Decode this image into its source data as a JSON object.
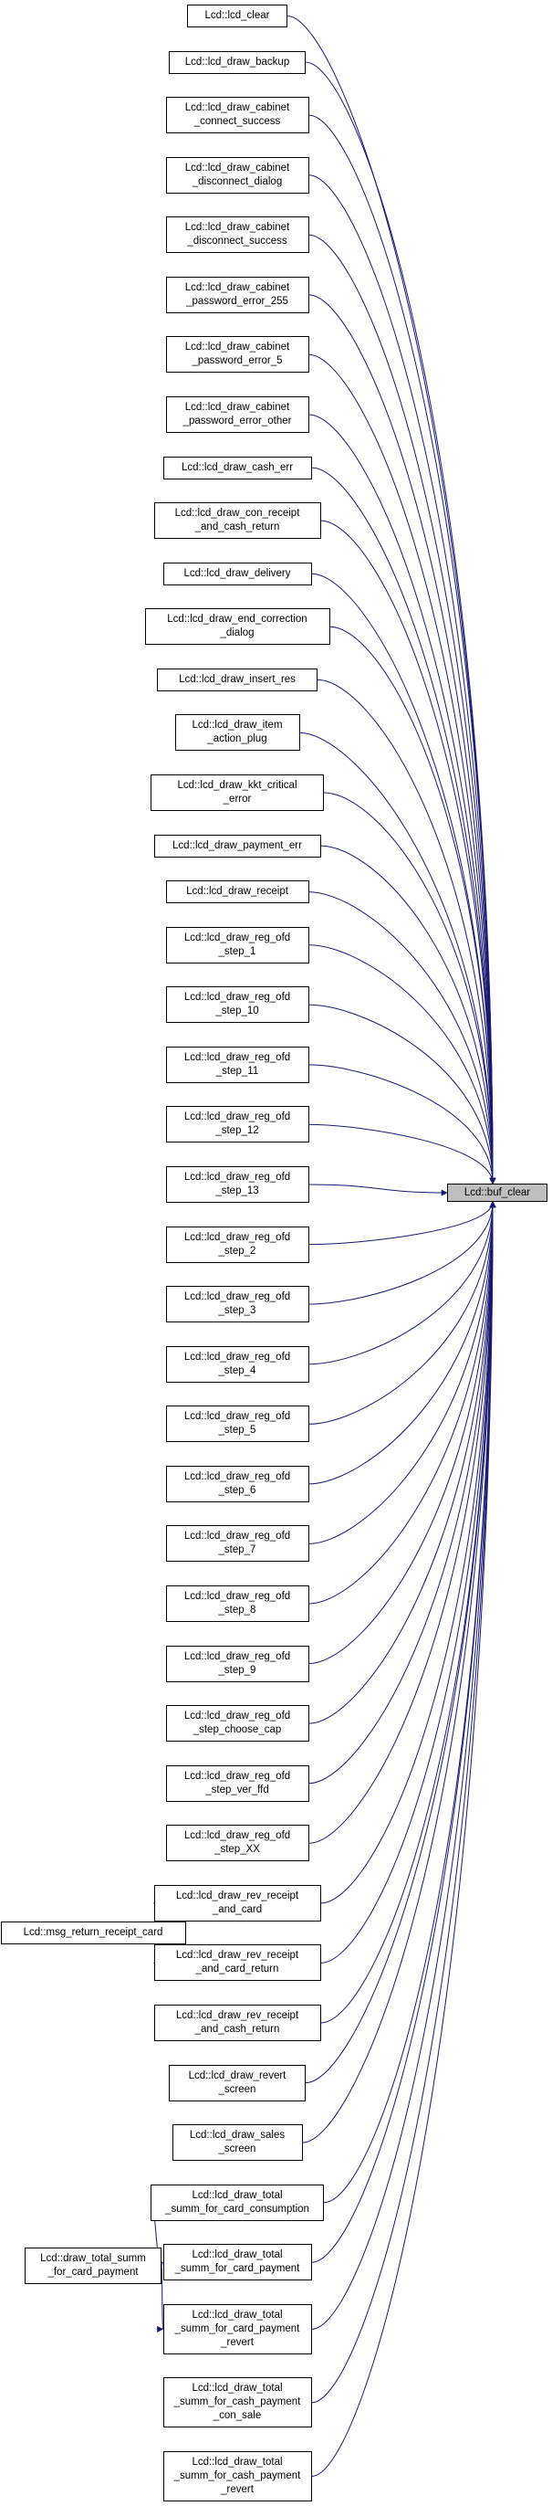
{
  "graph": {
    "target": {
      "id": "buf_clear",
      "lines": [
        "Lcd::buf_clear"
      ]
    },
    "callers": [
      {
        "id": "lcd_clear",
        "lines": [
          "Lcd::lcd_clear"
        ]
      },
      {
        "id": "lcd_draw_backup",
        "lines": [
          "Lcd::lcd_draw_backup"
        ]
      },
      {
        "id": "cabinet_connect_success",
        "lines": [
          "Lcd::lcd_draw_cabinet",
          "_connect_success"
        ]
      },
      {
        "id": "cabinet_disconnect_dialog",
        "lines": [
          "Lcd::lcd_draw_cabinet",
          "_disconnect_dialog"
        ]
      },
      {
        "id": "cabinet_disconnect_success",
        "lines": [
          "Lcd::lcd_draw_cabinet",
          "_disconnect_success"
        ]
      },
      {
        "id": "cabinet_password_error_255",
        "lines": [
          "Lcd::lcd_draw_cabinet",
          "_password_error_255"
        ]
      },
      {
        "id": "cabinet_password_error_5",
        "lines": [
          "Lcd::lcd_draw_cabinet",
          "_password_error_5"
        ]
      },
      {
        "id": "cabinet_password_error_other",
        "lines": [
          "Lcd::lcd_draw_cabinet",
          "_password_error_other"
        ]
      },
      {
        "id": "cash_err",
        "lines": [
          "Lcd::lcd_draw_cash_err"
        ]
      },
      {
        "id": "con_receipt_and_cash_return",
        "lines": [
          "Lcd::lcd_draw_con_receipt",
          "_and_cash_return"
        ]
      },
      {
        "id": "delivery",
        "lines": [
          "Lcd::lcd_draw_delivery"
        ]
      },
      {
        "id": "end_correction_dialog",
        "lines": [
          "Lcd::lcd_draw_end_correction",
          "_dialog"
        ]
      },
      {
        "id": "insert_res",
        "lines": [
          "Lcd::lcd_draw_insert_res"
        ]
      },
      {
        "id": "item_action_plug",
        "lines": [
          "Lcd::lcd_draw_item",
          "_action_plug"
        ]
      },
      {
        "id": "kkt_critical_error",
        "lines": [
          "Lcd::lcd_draw_kkt_critical",
          "_error"
        ]
      },
      {
        "id": "payment_err",
        "lines": [
          "Lcd::lcd_draw_payment_err"
        ]
      },
      {
        "id": "receipt",
        "lines": [
          "Lcd::lcd_draw_receipt"
        ]
      },
      {
        "id": "reg_ofd_step_1",
        "lines": [
          "Lcd::lcd_draw_reg_ofd",
          "_step_1"
        ]
      },
      {
        "id": "reg_ofd_step_10",
        "lines": [
          "Lcd::lcd_draw_reg_ofd",
          "_step_10"
        ]
      },
      {
        "id": "reg_ofd_step_11",
        "lines": [
          "Lcd::lcd_draw_reg_ofd",
          "_step_11"
        ]
      },
      {
        "id": "reg_ofd_step_12",
        "lines": [
          "Lcd::lcd_draw_reg_ofd",
          "_step_12"
        ]
      },
      {
        "id": "reg_ofd_step_13",
        "lines": [
          "Lcd::lcd_draw_reg_ofd",
          "_step_13"
        ]
      },
      {
        "id": "reg_ofd_step_2",
        "lines": [
          "Lcd::lcd_draw_reg_ofd",
          "_step_2"
        ]
      },
      {
        "id": "reg_ofd_step_3",
        "lines": [
          "Lcd::lcd_draw_reg_ofd",
          "_step_3"
        ]
      },
      {
        "id": "reg_ofd_step_4",
        "lines": [
          "Lcd::lcd_draw_reg_ofd",
          "_step_4"
        ]
      },
      {
        "id": "reg_ofd_step_5",
        "lines": [
          "Lcd::lcd_draw_reg_ofd",
          "_step_5"
        ]
      },
      {
        "id": "reg_ofd_step_6",
        "lines": [
          "Lcd::lcd_draw_reg_ofd",
          "_step_6"
        ]
      },
      {
        "id": "reg_ofd_step_7",
        "lines": [
          "Lcd::lcd_draw_reg_ofd",
          "_step_7"
        ]
      },
      {
        "id": "reg_ofd_step_8",
        "lines": [
          "Lcd::lcd_draw_reg_ofd",
          "_step_8"
        ]
      },
      {
        "id": "reg_ofd_step_9",
        "lines": [
          "Lcd::lcd_draw_reg_ofd",
          "_step_9"
        ]
      },
      {
        "id": "reg_ofd_step_choose_cap",
        "lines": [
          "Lcd::lcd_draw_reg_ofd",
          "_step_choose_cap"
        ]
      },
      {
        "id": "reg_ofd_step_ver_ffd",
        "lines": [
          "Lcd::lcd_draw_reg_ofd",
          "_step_ver_ffd"
        ]
      },
      {
        "id": "reg_ofd_step_XX",
        "lines": [
          "Lcd::lcd_draw_reg_ofd",
          "_step_XX"
        ]
      },
      {
        "id": "rev_receipt_and_card",
        "lines": [
          "Lcd::lcd_draw_rev_receipt",
          "_and_card"
        ]
      },
      {
        "id": "rev_receipt_and_card_return",
        "lines": [
          "Lcd::lcd_draw_rev_receipt",
          "_and_card_return"
        ]
      },
      {
        "id": "rev_receipt_and_cash_return",
        "lines": [
          "Lcd::lcd_draw_rev_receipt",
          "_and_cash_return"
        ]
      },
      {
        "id": "revert_screen",
        "lines": [
          "Lcd::lcd_draw_revert",
          "_screen"
        ]
      },
      {
        "id": "sales_screen",
        "lines": [
          "Lcd::lcd_draw_sales",
          "_screen"
        ]
      },
      {
        "id": "total_summ_for_card_consumption",
        "lines": [
          "Lcd::lcd_draw_total",
          "_summ_for_card_consumption"
        ]
      },
      {
        "id": "total_summ_for_card_payment",
        "lines": [
          "Lcd::lcd_draw_total",
          "_summ_for_card_payment"
        ]
      },
      {
        "id": "total_summ_for_card_payment_revert",
        "lines": [
          "Lcd::lcd_draw_total",
          "_summ_for_card_payment",
          "_revert"
        ]
      },
      {
        "id": "total_summ_for_cash_payment_con_sale",
        "lines": [
          "Lcd::lcd_draw_total",
          "_summ_for_cash_payment",
          "_con_sale"
        ]
      },
      {
        "id": "total_summ_for_cash_payment_revert",
        "lines": [
          "Lcd::lcd_draw_total",
          "_summ_for_cash_payment",
          "_revert"
        ]
      }
    ],
    "outer_callers": [
      {
        "id": "msg_return_receipt_card",
        "lines": [
          "Lcd::msg_return_receipt_card"
        ],
        "calls": [
          "rev_receipt_and_card",
          "rev_receipt_and_card_return"
        ]
      },
      {
        "id": "draw_total_summ_for_card_payment",
        "lines": [
          "Lcd::draw_total_summ",
          "_for_card_payment"
        ],
        "calls": [
          "total_summ_for_card_consumption",
          "total_summ_for_card_payment",
          "total_summ_for_card_payment_revert"
        ]
      }
    ],
    "colors": {
      "edge": "#191970",
      "node_border": "#000000",
      "node_fill": "#ffffff",
      "target_fill": "#bfbfbf"
    }
  }
}
